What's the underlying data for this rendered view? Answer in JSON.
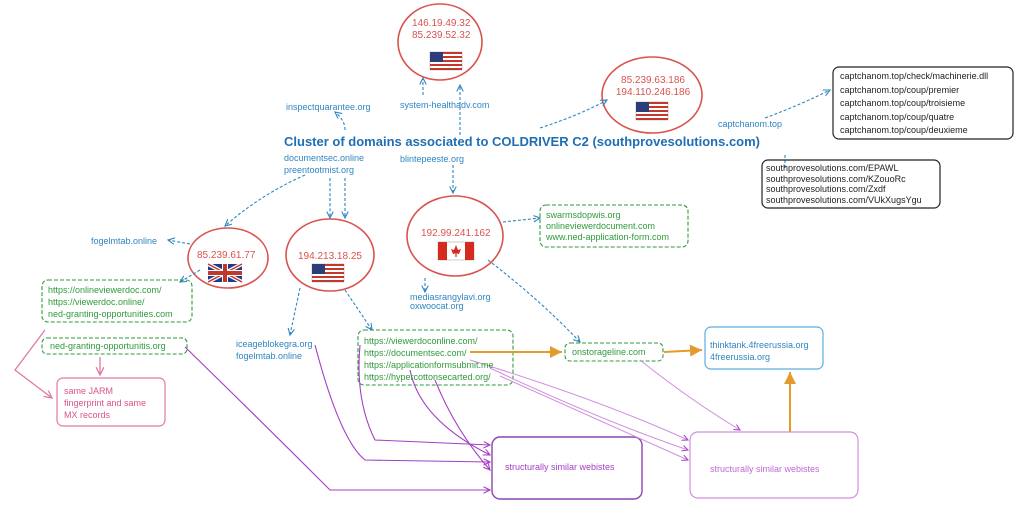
{
  "title": "Cluster of domains associated to COLDRIVER C2 (southprovesolutions.com)",
  "ip_nodes": {
    "top": [
      "146.19.49.32",
      "85.239.52.32"
    ],
    "topright": [
      "85.239.63.186",
      "194.110.246.186"
    ],
    "uk": "85.239.61.77",
    "us_mid": "194.213.18.25",
    "canada": "192.99.241.162"
  },
  "domains": {
    "inspectquarantee": "inspectquarantee.org",
    "system_healthadv": "system-healthadv.com",
    "captchanom": "captchanom.top",
    "documentsec": [
      "documentsec.online",
      "preentootmist.org"
    ],
    "blintepeeste": "blintepeeste.org",
    "fogelmtab": "fogelmtab.online",
    "mediasrangy": [
      "mediasrangylavi.org",
      "oxwoocat.org"
    ],
    "iceageblokegra": [
      "iceageblokegra.org",
      "fogelmtab.online"
    ],
    "onstorageline": "onstorageline.com",
    "thinktank": [
      "thinktank.4freerussia.org",
      "4freerussia.org"
    ]
  },
  "green_boxes": {
    "swarms": [
      "swarmsdopwis.org",
      "onlineviewerdocument.com",
      "www.ned-application-form.com"
    ],
    "onlineviewer": [
      "https://onlineviewerdoc.com/",
      "https://viewerdoc.online/",
      "ned-granting-opportunities.com"
    ],
    "nedgranting": "ned-granting-opportunitis.org",
    "viewerdoconline": [
      "https://viewerdoconline.com/",
      "https://documentsec.com/",
      "https://applicationformsubmit.me",
      "https://hypercottonsecarted.org/"
    ]
  },
  "captcha_paths": [
    "captchanom.top/check/machinerie.dll",
    "captchanom.top/coup/premier",
    "captchanom.top/coup/troisieme",
    "captchanom.top/coup/quatre",
    "captchanom.top/coup/deuxieme"
  ],
  "south_paths": [
    "southprovesolutions.com/EPAWL",
    "southprovesolutions.com/KZouoRc",
    "southprovesolutions.com/Zxdf",
    "southprovesolutions.com/VUkXugsYgu"
  ],
  "jarm_note": [
    "same JARM",
    "fingerprint and same",
    "MX records"
  ],
  "similar": {
    "left": "structurally similar webistes",
    "right": "structurally similar webistes"
  },
  "colors": {
    "red": "#d9534f",
    "blue": "#2e86c1",
    "green": "#2e9b3a",
    "purple": "#a33fc4",
    "pink": "#e07aa6",
    "orange": "#e39b2b"
  }
}
